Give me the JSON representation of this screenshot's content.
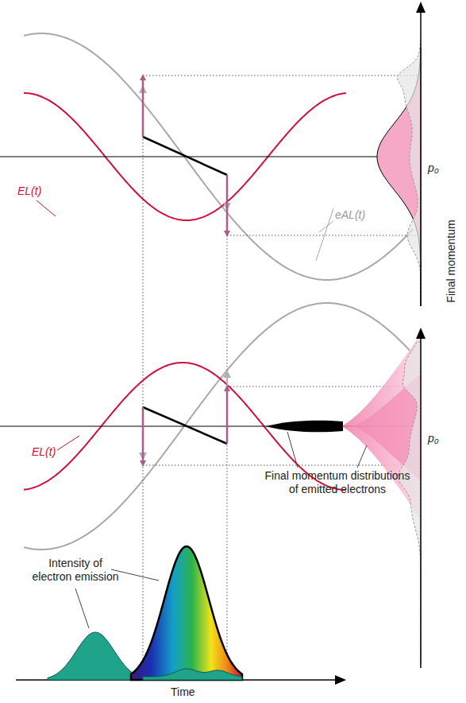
{
  "diagram": {
    "labels": [
      "EL(t)",
      "eAL(t)",
      "p₀",
      "EL(t)",
      "p₀",
      "Final momentum",
      "Final momentum distributions of emitted electrons",
      "Intensity of electron emission",
      "Time"
    ]
  }
}
